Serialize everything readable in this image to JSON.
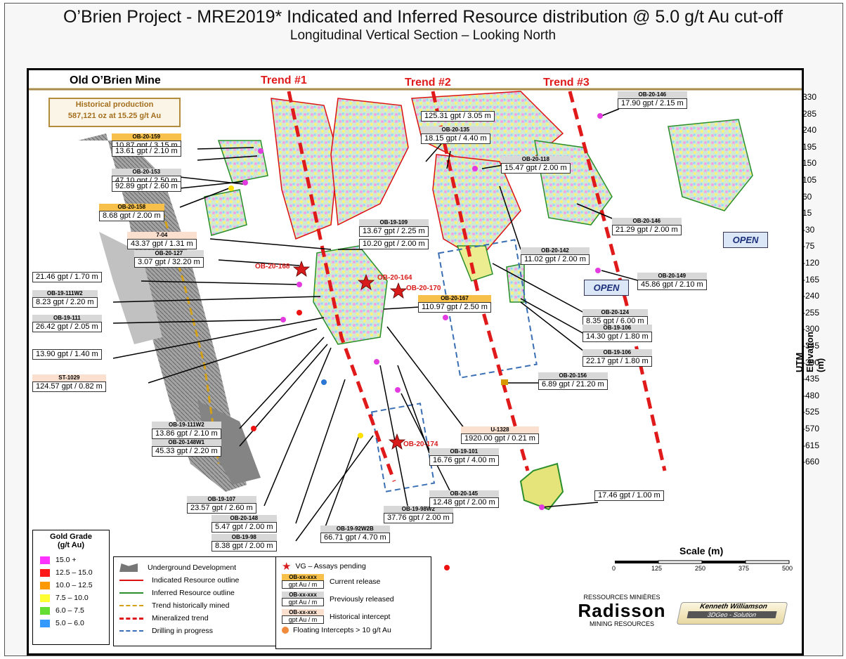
{
  "header": {
    "title": "O’Brien Project - MRE2019* Indicated and Inferred Resource distribution @ 5.0 g/t Au cut-off",
    "subtitle": "Longitudinal Vertical Section – Looking North"
  },
  "mine": {
    "name": "Old O’Brien Mine",
    "production_title": "Historical production",
    "production_value": "587,121 oz at 15.25 g/t Au"
  },
  "trends": [
    "Trend #1",
    "Trend #2",
    "Trend #3"
  ],
  "elevations": [
    "330",
    "285",
    "240",
    "195",
    "150",
    "105",
    "60",
    "15",
    "-30",
    "-75",
    "-120",
    "-165",
    "-240",
    "-255",
    "-300",
    "-345",
    "-390",
    "-435",
    "-480",
    "-525",
    "-570",
    "-615",
    "-660"
  ],
  "elevation_axis_title": "UTM Elevation (m)",
  "callouts": [
    {
      "hole": "OB-20-159",
      "v": "10.87 gpt / 3.15 m",
      "k": "cur"
    },
    {
      "hole": "",
      "v": "13.61 gpt / 2.10 m",
      "k": "cur"
    },
    {
      "hole": "OB-20-153",
      "v": "47.10 gpt / 2.50 m",
      "k": "prev"
    },
    {
      "hole": "",
      "v": "92.89 gpt / 2.60 m",
      "k": "prev"
    },
    {
      "hole": "OB-20-158",
      "v": "8.68 gpt / 2.00 m",
      "k": "cur"
    },
    {
      "hole": "7-04",
      "v": "43.37 gpt / 1.31 m",
      "k": "hist"
    },
    {
      "hole": "OB-20-127",
      "v": "3.07 gpt / 32.20 m",
      "k": "prev"
    },
    {
      "hole": "",
      "v": "21.46 gpt / 1.70 m",
      "k": "hist"
    },
    {
      "hole": "OB-19-111W2",
      "v": "8.23 gpt / 2.20 m",
      "k": "prev"
    },
    {
      "hole": "OB-19-111",
      "v": "26.42 gpt / 2.05 m",
      "k": "prev"
    },
    {
      "hole": "",
      "v": "13.90 gpt / 1.40 m",
      "k": "hist"
    },
    {
      "hole": "ST-1029",
      "v": "124.57 gpt / 0.82 m",
      "k": "hist"
    },
    {
      "hole": "OB-19-111W2",
      "v": "13.86 gpt / 2.10 m",
      "k": "prev"
    },
    {
      "hole": "OB-20-148W1",
      "v": "45.33 gpt / 2.20 m",
      "k": "prev"
    },
    {
      "hole": "OB-19-107",
      "v": "23.57 gpt / 2.60 m",
      "k": "prev"
    },
    {
      "hole": "OB-20-148",
      "v": "5.47 gpt / 2.00 m",
      "k": "prev"
    },
    {
      "hole": "OB-19-98",
      "v": "8.38 gpt / 2.00 m",
      "k": "prev"
    },
    {
      "hole": "OB-19-92W2B",
      "v": "66.71 gpt / 4.70 m",
      "k": "prev"
    },
    {
      "hole": "OB-19-98W2",
      "v": "37.76 gpt / 2.00 m",
      "k": "prev"
    },
    {
      "hole": "OB-20-145",
      "v": "12.48 gpt / 2.00 m",
      "k": "prev"
    },
    {
      "hole": "OB-19-101",
      "v": "16.76 gpt / 4.00 m",
      "k": "prev"
    },
    {
      "hole": "U-1328",
      "v": "1920.00 gpt / 0.21 m",
      "k": "hist"
    },
    {
      "hole": "",
      "v": "125.31 gpt / 3.05 m",
      "k": "prev"
    },
    {
      "hole": "OB-20-135",
      "v": "18.15 gpt / 4.40 m",
      "k": "prev"
    },
    {
      "hole": "OB-20-118",
      "v": "15.47 gpt / 2.00 m",
      "k": "prev"
    },
    {
      "hole": "OB-20-146",
      "v": "17.90 gpt / 2.15 m",
      "k": "prev"
    },
    {
      "hole": "OB-19-109",
      "v": "13.67 gpt / 2.25 m",
      "k": "prev"
    },
    {
      "hole": "",
      "v": "10.20 gpt / 2.00 m",
      "k": "prev"
    },
    {
      "hole": "OB-20-167",
      "v": "110.97 gpt / 2.50 m",
      "k": "cur"
    },
    {
      "hole": "OB-20-142",
      "v": "11.02 gpt / 2.00 m",
      "k": "prev"
    },
    {
      "hole": "OB-20-146",
      "v": "21.29 gpt / 2.00 m",
      "k": "prev"
    },
    {
      "hole": "OB-20-149",
      "v": "45.86 gpt / 2.10 m",
      "k": "prev"
    },
    {
      "hole": "OB-20-124",
      "v": "8.35 gpt / 6.00 m",
      "k": "prev"
    },
    {
      "hole": "OB-19-106",
      "v": "14.30 gpt / 1.80 m",
      "k": "prev"
    },
    {
      "hole": "OB-19-106",
      "v": "22.17 gpt / 1.80 m",
      "k": "prev"
    },
    {
      "hole": "OB-20-156",
      "v": "6.89 gpt / 21.20 m",
      "k": "prev"
    },
    {
      "hole": "",
      "v": "17.46 gpt / 1.00 m",
      "k": "hist"
    }
  ],
  "pending_holes": [
    "OB-20-168",
    "OB-20-164",
    "OB-20-170",
    "OB-20-174"
  ],
  "open_label": "OPEN",
  "grade_legend": {
    "title": "Gold Grade",
    "unit": "(g/t Au)",
    "items": [
      {
        "label": "15.0 +",
        "color": "#ff33ff"
      },
      {
        "label": "12.5 – 15.0",
        "color": "#ff1a1a"
      },
      {
        "label": "10.0 – 12.5",
        "color": "#ff9900"
      },
      {
        "label": "7.5 – 10.0",
        "color": "#ffff33"
      },
      {
        "label": "6.0 – 7.5",
        "color": "#66dd33"
      },
      {
        "label": "5.0 – 6.0",
        "color": "#3399ff"
      }
    ]
  },
  "symbol_legend": {
    "underground": "Underground Development",
    "indicated": "Indicated Resource outline",
    "inferred": "Inferred Resource outline",
    "hist_trend": "Trend historically mined",
    "min_trend": "Mineralized trend",
    "drilling": "Drilling in progress"
  },
  "release_legend": {
    "vg": "VG – Assays pending",
    "tag_top": "OB-xx-xxx",
    "tag_bottom": "gpt Au / m",
    "current": "Current release",
    "previous": "Previously released",
    "historical": "Historical intercept",
    "floating": "Floating Intercepts > 10 g/t Au"
  },
  "scale": {
    "title": "Scale (m)",
    "ticks": [
      "0",
      "125",
      "250",
      "375",
      "500"
    ]
  },
  "logos": {
    "radisson_top": "RESSOURCES MINIÈRES",
    "radisson_name": "Radisson",
    "radisson_bottom": "MINING RESOURCES",
    "kw_name": "Kenneth Williamson",
    "kw_sub": "3DGeo - Solution"
  }
}
